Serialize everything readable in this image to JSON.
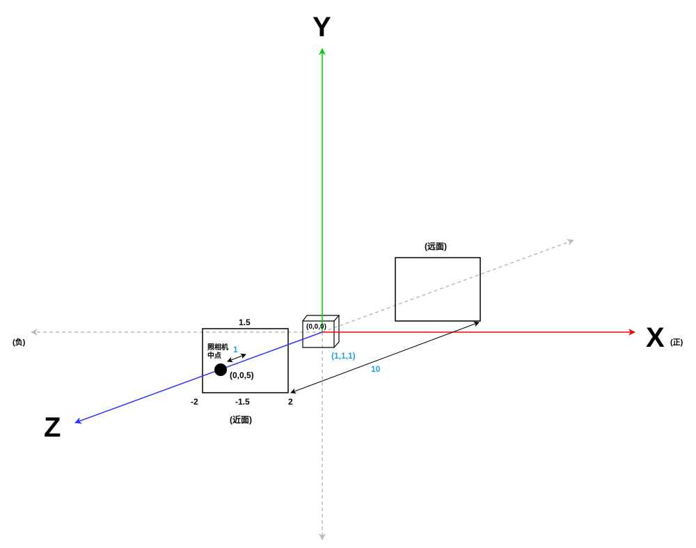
{
  "axes": {
    "x": {
      "name": "X",
      "positive_label": "(正)",
      "negative_label": "(负)",
      "color": "#ff0000"
    },
    "y": {
      "name": "Y",
      "color": "#00cc00"
    },
    "z": {
      "name": "Z",
      "color": "#3333ff"
    },
    "guide_color": "#bbbbbb"
  },
  "origin": {
    "label": "(0,0,0)"
  },
  "cube": {
    "corner_label": "(1,1,1)"
  },
  "camera": {
    "label_line1": "照相机",
    "label_line2": "中点",
    "position_label": "(0,0,5)",
    "distance_label": "1"
  },
  "near_plane": {
    "label": "(近面)",
    "top_label": "1.5",
    "left_label": "-2",
    "mid_label": "-1.5",
    "right_label": "2"
  },
  "far_plane": {
    "label": "(远面)"
  },
  "frustum_length_label": "10",
  "colors": {
    "accent_label": "#1ba1e2"
  }
}
